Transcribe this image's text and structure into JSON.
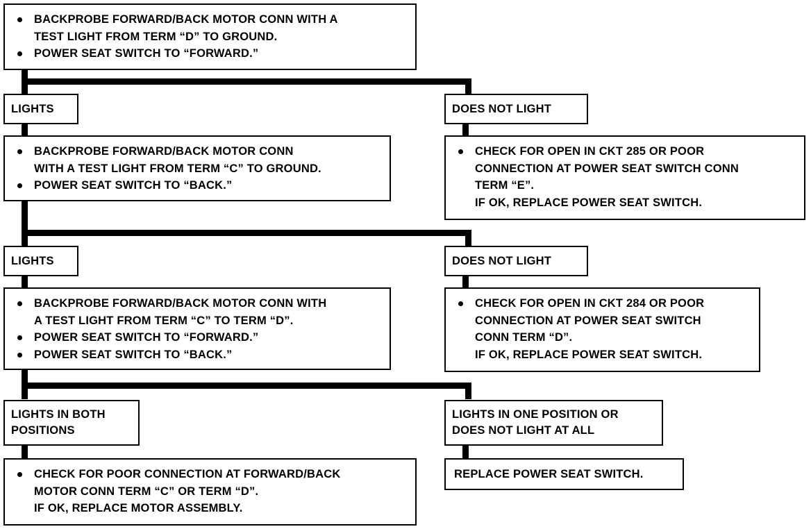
{
  "diagram": {
    "title": "Power Seat Forward/Back Motor Circuit Diagnostic Flow Chart",
    "ink_color": "#000000",
    "background_color": "#ffffff"
  },
  "nodes": {
    "start_test": {
      "name": "start-test-box",
      "bullets": [
        [
          "BACKPROBE FORWARD/BACK MOTOR CONN WITH A",
          "TEST LIGHT FROM TERM “D” TO GROUND."
        ],
        [
          "POWER SEAT SWITCH TO “FORWARD.”"
        ]
      ]
    },
    "branch1_yes": {
      "name": "branch-lights-1",
      "lines": [
        "LIGHTS"
      ]
    },
    "branch1_no": {
      "name": "branch-does-not-light-1",
      "lines": [
        "DOES NOT LIGHT"
      ]
    },
    "test2": {
      "name": "test-term-c-to-ground-box",
      "bullets": [
        [
          "BACKPROBE FORWARD/BACK MOTOR CONN",
          "WITH A TEST LIGHT FROM TERM “C” TO GROUND."
        ],
        [
          "POWER SEAT SWITCH TO “BACK.”"
        ]
      ]
    },
    "result_ckt285": {
      "name": "result-ckt-285-box",
      "bullets": [
        [
          "CHECK FOR OPEN IN CKT 285 OR POOR",
          "CONNECTION AT POWER SEAT SWITCH CONN",
          "TERM “E”."
        ]
      ],
      "trailing": [
        "IF OK, REPLACE POWER SEAT SWITCH."
      ]
    },
    "branch2_yes": {
      "name": "branch-lights-2",
      "lines": [
        "LIGHTS"
      ]
    },
    "branch2_no": {
      "name": "branch-does-not-light-2",
      "lines": [
        "DOES NOT LIGHT"
      ]
    },
    "test3": {
      "name": "test-term-c-to-term-d-box",
      "bullets": [
        [
          "BACKPROBE FORWARD/BACK MOTOR CONN WITH",
          "A TEST LIGHT FROM TERM “C” TO TERM “D”."
        ],
        [
          "POWER SEAT SWITCH TO “FORWARD.”"
        ],
        [
          "POWER SEAT SWITCH TO “BACK.”"
        ]
      ]
    },
    "result_ckt284": {
      "name": "result-ckt-284-box",
      "bullets": [
        [
          "CHECK FOR OPEN IN CKT 284 OR POOR",
          "CONNECTION AT POWER SEAT SWITCH",
          "CONN TERM “D”."
        ]
      ],
      "trailing": [
        "IF OK, REPLACE POWER SEAT SWITCH."
      ]
    },
    "branch3_yes": {
      "name": "branch-lights-in-both-positions",
      "lines": [
        "LIGHTS IN BOTH",
        "POSITIONS"
      ]
    },
    "branch3_no": {
      "name": "branch-lights-one-position-or-none",
      "lines": [
        "LIGHTS IN ONE POSITION OR",
        "DOES NOT LIGHT AT ALL"
      ]
    },
    "result_motor": {
      "name": "result-motor-assembly-box",
      "bullets": [
        [
          "CHECK FOR POOR CONNECTION AT FORWARD/BACK",
          "MOTOR CONN TERM “C” OR TERM “D”."
        ]
      ],
      "trailing": [
        "IF OK, REPLACE MOTOR ASSEMBLY."
      ]
    },
    "result_replace_switch": {
      "name": "result-replace-power-seat-switch-box",
      "lines": [
        "REPLACE POWER SEAT SWITCH."
      ]
    }
  }
}
